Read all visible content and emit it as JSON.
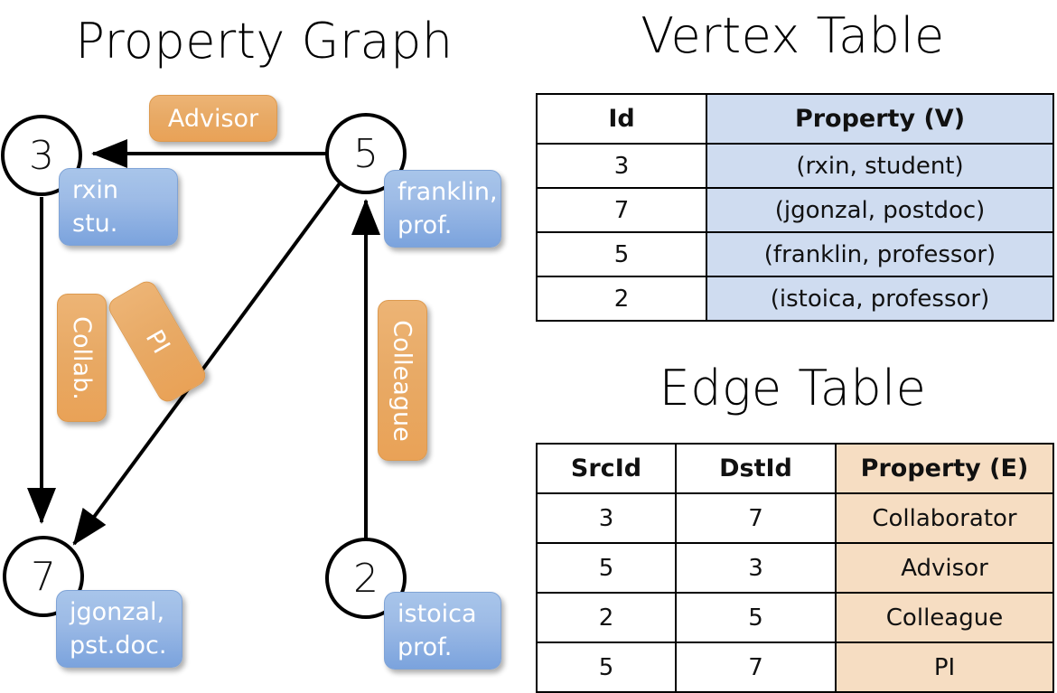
{
  "titles": {
    "property_graph": "Property Graph",
    "vertex_table": "Vertex Table",
    "edge_table": "Edge Table"
  },
  "graph": {
    "nodes": [
      {
        "id": "3",
        "property_label": "rxin\nstu.",
        "line1": "rxin",
        "line2": "stu."
      },
      {
        "id": "5",
        "property_label": "franklin, prof.",
        "line1": "franklin,",
        "line2": "prof."
      },
      {
        "id": "7",
        "property_label": "jgonzal, pst.doc.",
        "line1": "jgonzal,",
        "line2": "pst.doc."
      },
      {
        "id": "2",
        "property_label": "istoica prof.",
        "line1": "istoica",
        "line2": "prof."
      }
    ],
    "edge_labels": [
      {
        "name": "advisor",
        "text": "Advisor"
      },
      {
        "name": "collab",
        "text": "Collab."
      },
      {
        "name": "pi",
        "text": "PI"
      },
      {
        "name": "colleague",
        "text": "Colleague"
      }
    ],
    "edges": [
      {
        "from": "5",
        "to": "3",
        "label": "Advisor"
      },
      {
        "from": "3",
        "to": "7",
        "label": "Collab."
      },
      {
        "from": "5",
        "to": "7",
        "label": "PI"
      },
      {
        "from": "2",
        "to": "5",
        "label": "Colleague"
      }
    ]
  },
  "vertex_table": {
    "headers": [
      "Id",
      "Property (V)"
    ],
    "rows": [
      {
        "id": "3",
        "property": "(rxin, student)"
      },
      {
        "id": "7",
        "property": "(jgonzal, postdoc)"
      },
      {
        "id": "5",
        "property": "(franklin, professor)"
      },
      {
        "id": "2",
        "property": "(istoica, professor)"
      }
    ]
  },
  "edge_table": {
    "headers": [
      "SrcId",
      "DstId",
      "Property (E)"
    ],
    "rows": [
      {
        "src": "3",
        "dst": "7",
        "property": "Collaborator"
      },
      {
        "src": "5",
        "dst": "3",
        "property": "Advisor"
      },
      {
        "src": "2",
        "dst": "5",
        "property": "Colleague"
      },
      {
        "src": "5",
        "dst": "7",
        "property": "PI"
      }
    ]
  },
  "colors": {
    "vertex_property_fill": "#cfdcf0",
    "edge_property_fill": "#f6ddc2",
    "node_box_blue": "#8cb0e2",
    "edge_label_orange": "#e9a257",
    "stroke": "#000000",
    "background": "#ffffff"
  }
}
